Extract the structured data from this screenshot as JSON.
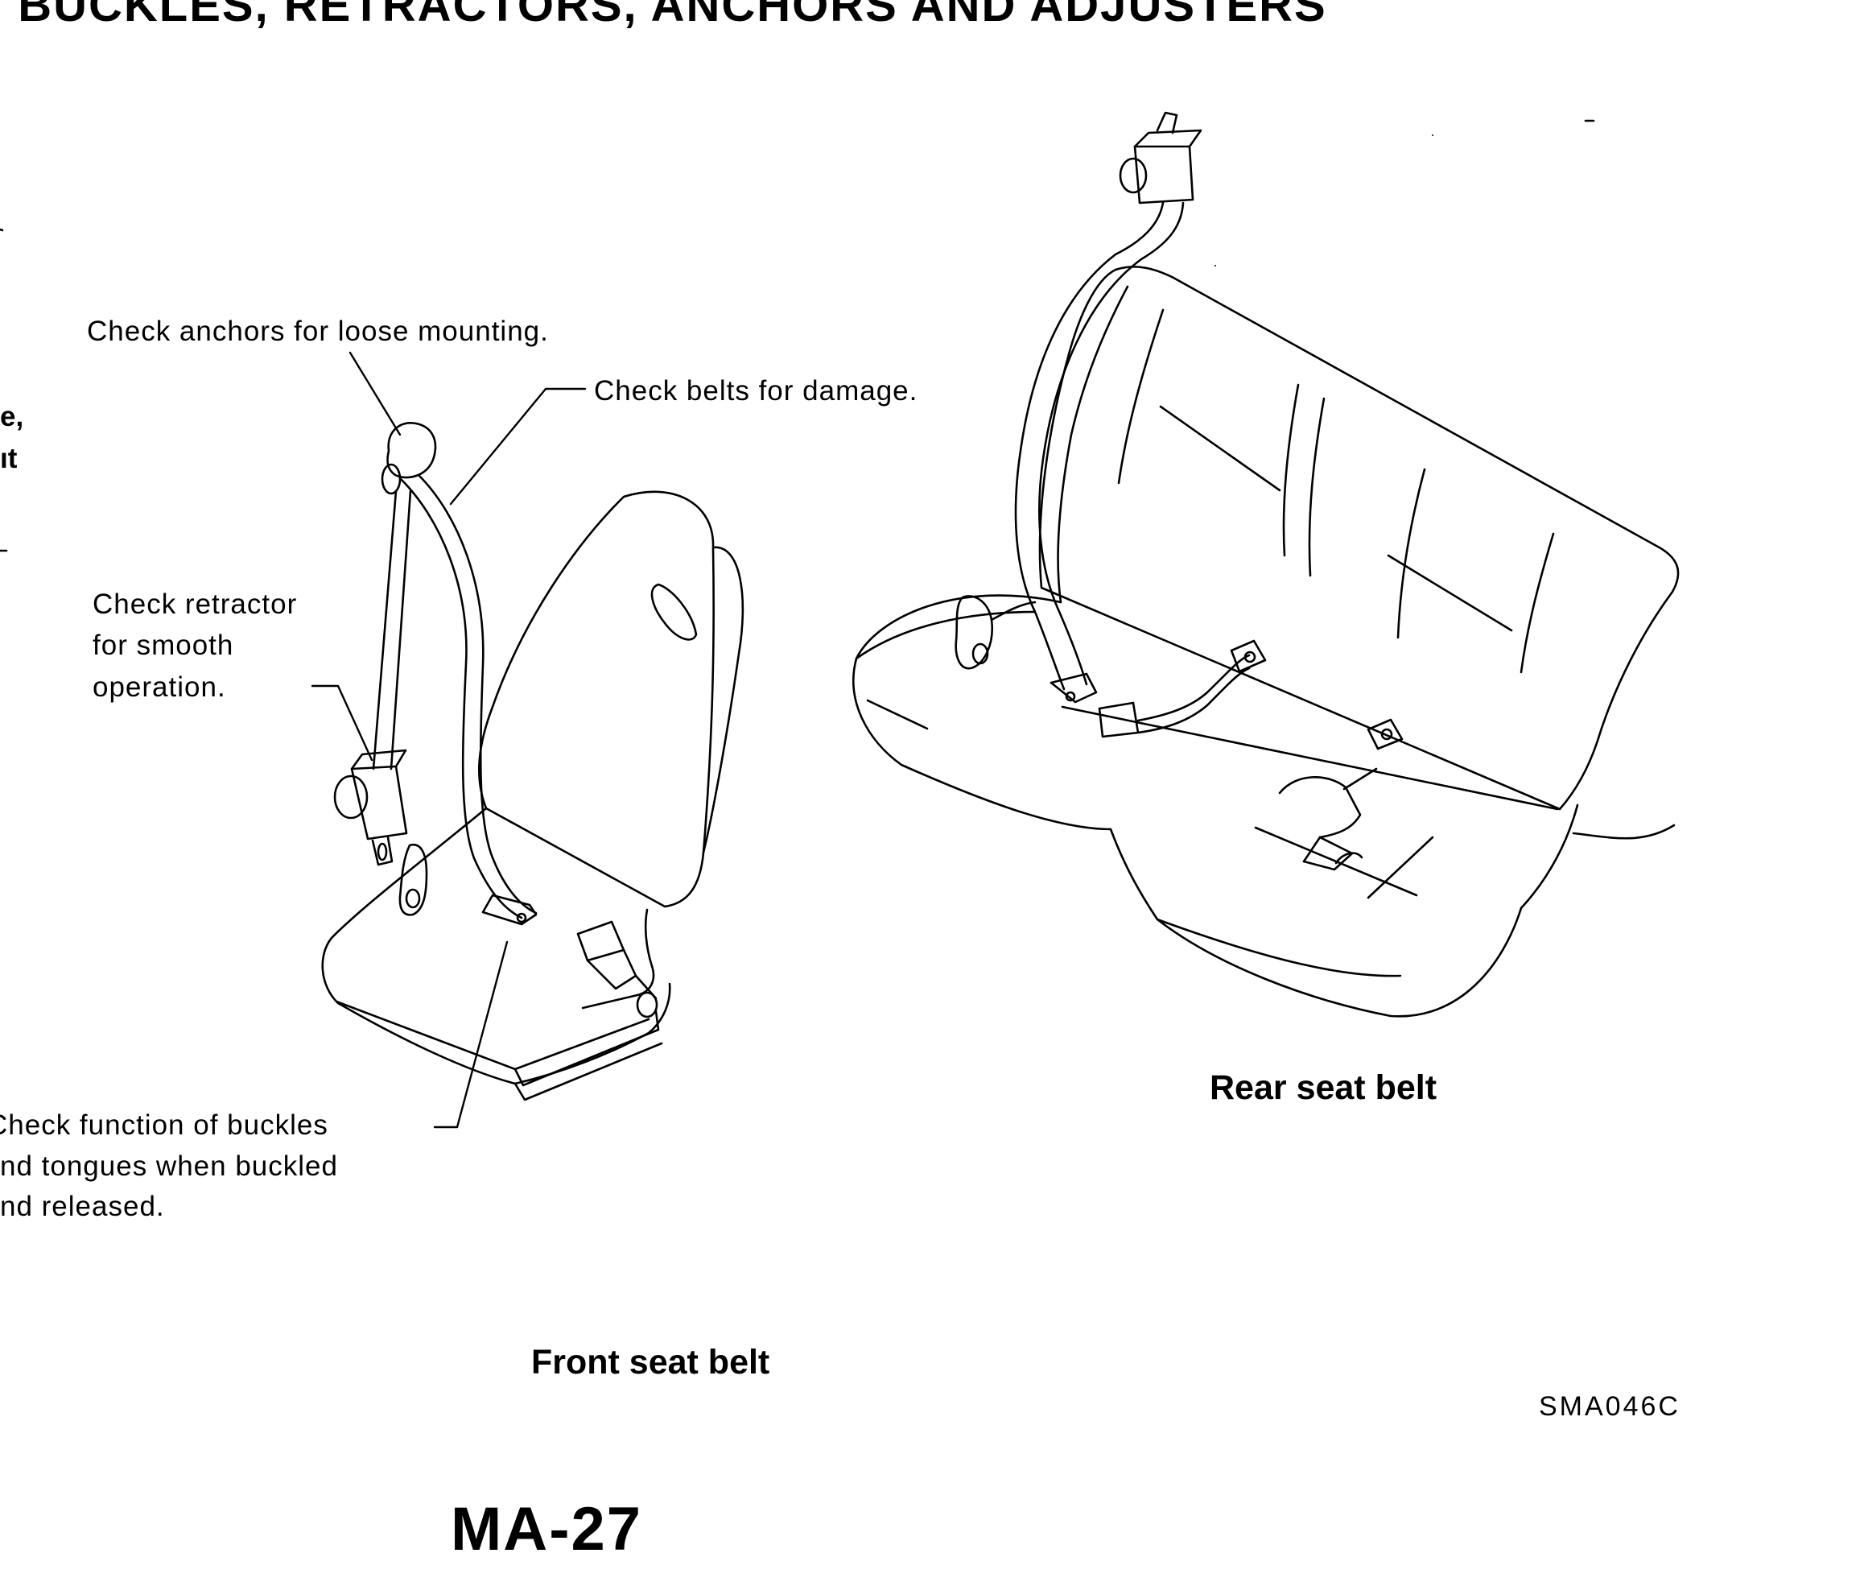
{
  "page": {
    "heading_fragment": ", BUCKLES, RETRACTORS, ANCHORS AND ADJUSTERS",
    "page_number": "MA-27",
    "figure_code": "SMA046C"
  },
  "margin_fragments": {
    "line_1": "e,",
    "line_2": "ıt"
  },
  "callouts": {
    "anchors": "Check anchors for loose mounting.",
    "belts": "Check belts for damage.",
    "retractor_line_1": "Check retractor",
    "retractor_line_2": "for smooth",
    "retractor_line_3": "operation.",
    "buckles_line_1": "Check function of buckles",
    "buckles_line_2": "nd tongues when buckled",
    "buckles_line_3": "nd released."
  },
  "captions": {
    "front": "Front seat belt",
    "rear": "Rear seat belt"
  }
}
